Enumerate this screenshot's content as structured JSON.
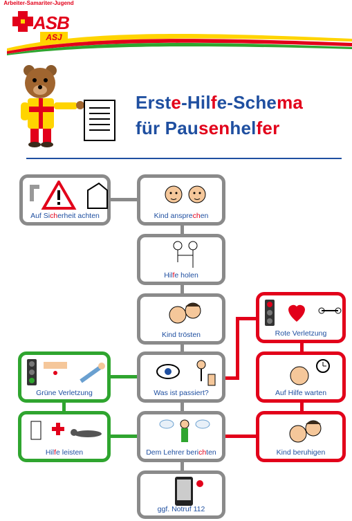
{
  "logo": {
    "org_line": "Arbeiter-Samariter-Jugend",
    "asb": "ASB",
    "asj": "ASJ",
    "colors": {
      "red": "#e2001a",
      "yellow": "#ffd400"
    }
  },
  "title": {
    "line1_parts": [
      "Erst",
      "e",
      "-Hil",
      "f",
      "e-Sche",
      "ma"
    ],
    "line2_parts": [
      "für Pau",
      "sen",
      "hel",
      "fer"
    ]
  },
  "boxes": {
    "safety": [
      "Auf Si",
      "ch",
      "erheit achten"
    ],
    "speak": [
      "Kind anspre",
      "ch",
      "en"
    ],
    "help": [
      "Hil",
      "f",
      "e holen"
    ],
    "comfort": [
      "Kind trösten"
    ],
    "what": [
      "Was ist passiert?"
    ],
    "red_injury": [
      "Rote Verletzung"
    ],
    "wait": [
      "Auf Hilfe warten"
    ],
    "green_injury": [
      "Grüne Verletzung"
    ],
    "give_help": [
      "Hil",
      "f",
      "e leisten"
    ],
    "teacher": [
      "Dem Lehrer beri",
      "ch",
      "ten"
    ],
    "calm": [
      "Kind beruhigen"
    ],
    "call": [
      "ggf. Notruf 112"
    ]
  },
  "colors": {
    "gray": "#8a8a8a",
    "red": "#e2001a",
    "green": "#2fa52f",
    "blue": "#1f4fa0"
  }
}
